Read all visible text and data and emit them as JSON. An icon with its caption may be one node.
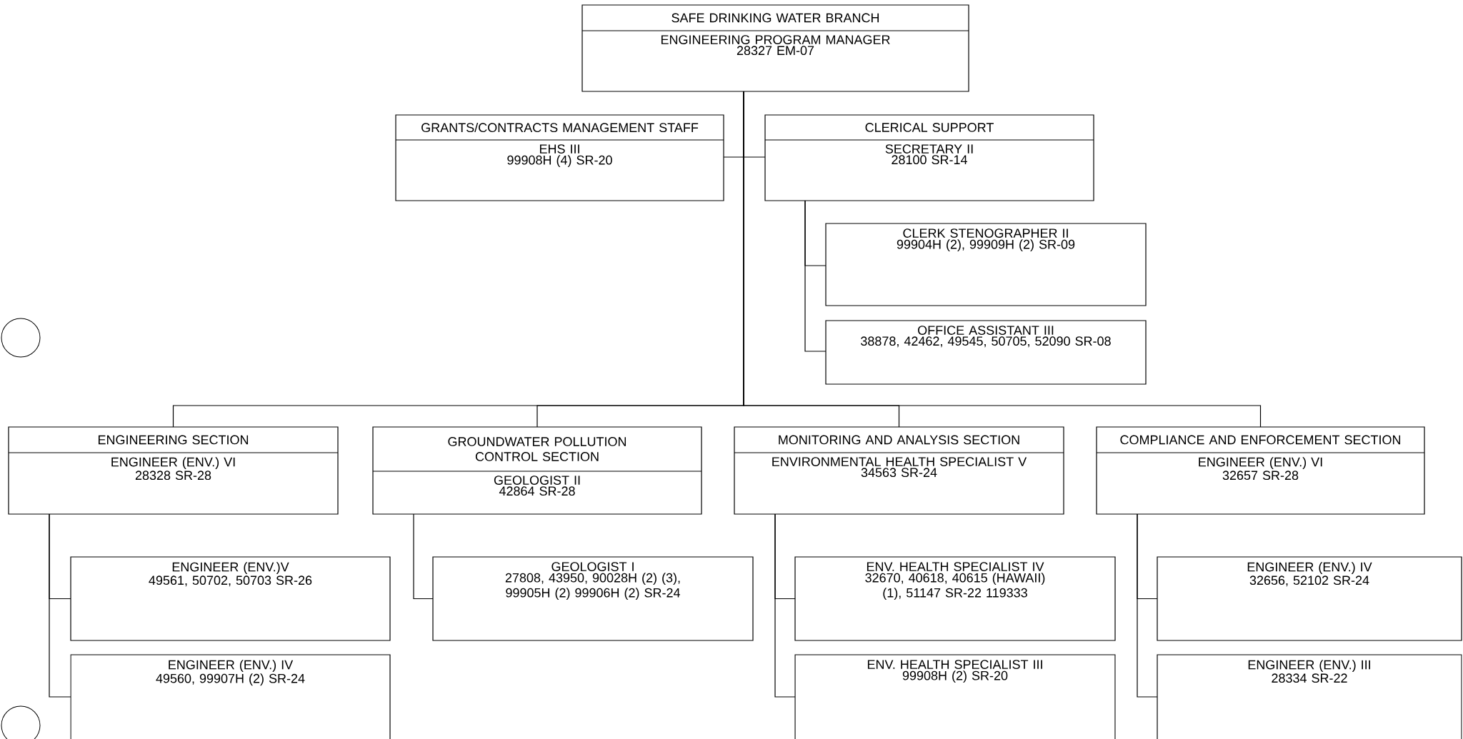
{
  "diagram": {
    "nodes": [
      {
        "text": [
          "SAFE DRINKING WATER BRANCH",
          "ENGINEERING PROGRAM MANAGER",
          "28327 EM-07"
        ]
      },
      {
        "text": [
          "GRANTS/CONTRACTS MANAGEMENT STAFF",
          "EHS III",
          "99908H (4) SR-20"
        ]
      },
      {
        "text": [
          "CLERICAL SUPPORT",
          "SECRETARY II",
          "28100 SR-14"
        ]
      },
      {
        "text": [
          "CLERK STENOGRAPHER II",
          "99904H (2), 99909H (2) SR-09"
        ]
      },
      {
        "text": [
          "OFFICE ASSISTANT III",
          "38878, 42462, 49545, 50705, 52090 SR-08"
        ]
      },
      {
        "text": [
          "ENGINEERING SECTION",
          "ENGINEER (ENV.) VI",
          "28328 SR-28"
        ]
      },
      {
        "text": [
          "GROUNDWATER POLLUTION CONTROL SECTION",
          "GEOLOGIST II",
          "42864 SR-28"
        ]
      },
      {
        "text": [
          "MONITORING AND ANALYSIS SECTION",
          "ENVIRONMENTAL HEALTH SPECIALIST V",
          "34563 SR-24"
        ]
      },
      {
        "text": [
          "COMPLIANCE AND ENFORCEMENT SECTION",
          "ENGINEER (ENV.) VI",
          "32657 SR-28"
        ]
      },
      {
        "text": [
          "ENGINEER (ENV.)V",
          "49561, 50702, 50703 SR-26"
        ]
      },
      {
        "text": [
          "GEOLOGIST I",
          "27808, 43950, 90028H (2) (3), 99905H (2) 99906H (2) SR-24"
        ]
      },
      {
        "text": [
          "ENV. HEALTH SPECIALIST IV",
          "32670, 40618, 40615 (HAWAII) (1), 51147 SR-22 119333"
        ]
      },
      {
        "text": [
          "ENGINEER (ENV.) IV",
          "32656, 52102 SR-24"
        ]
      },
      {
        "text": [
          "ENGINEER (ENV.) IV",
          "49560, 99907H (2) SR-24"
        ]
      },
      {
        "text": [
          "ENV. HEALTH SPECIALIST III",
          "99908H (2) SR-20"
        ]
      },
      {
        "text": [
          "ENGINEER (ENV.) III",
          "28334 SR-22"
        ]
      }
    ],
    "edges": [
      {
        "from": 0,
        "to": 1,
        "arrow": "none"
      },
      {
        "from": 0,
        "to": 2,
        "arrow": "none"
      },
      {
        "from": 2,
        "to": 3,
        "arrow": "none"
      },
      {
        "from": 2,
        "to": 4,
        "arrow": "none"
      },
      {
        "from": 0,
        "to": 5,
        "arrow": "none"
      },
      {
        "from": 0,
        "to": 6,
        "arrow": "none"
      },
      {
        "from": 0,
        "to": 7,
        "arrow": "none"
      },
      {
        "from": 0,
        "to": 8,
        "arrow": "none"
      },
      {
        "from": 5,
        "to": 9,
        "arrow": "none"
      },
      {
        "from": 5,
        "to": 13,
        "arrow": "none"
      },
      {
        "from": 6,
        "to": 10,
        "arrow": "none"
      },
      {
        "from": 7,
        "to": 11,
        "arrow": "none"
      },
      {
        "from": 7,
        "to": 14,
        "arrow": "none"
      },
      {
        "from": 8,
        "to": 12,
        "arrow": "none"
      },
      {
        "from": 8,
        "to": 15,
        "arrow": "none"
      }
    ]
  }
}
